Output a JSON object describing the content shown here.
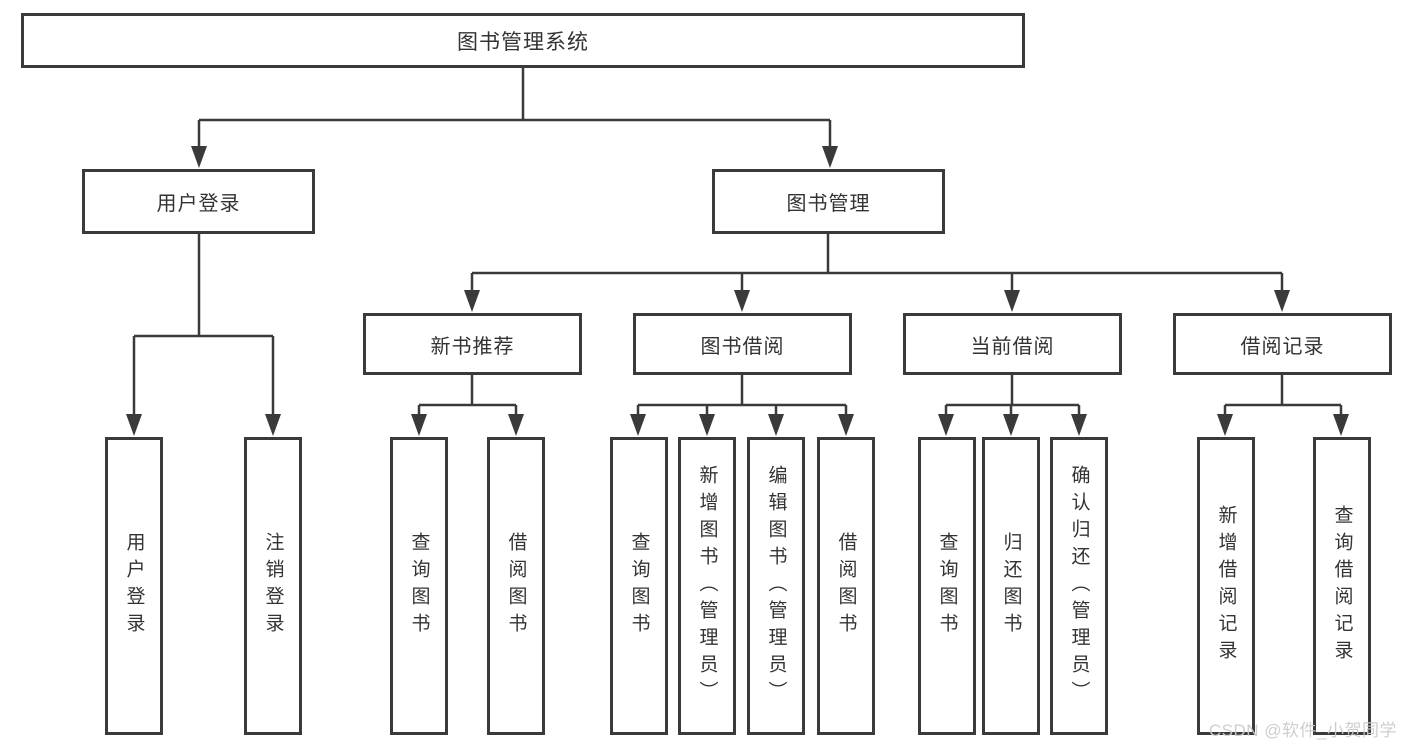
{
  "diagram": {
    "root": "图书管理系统",
    "level2": [
      "用户登录",
      "图书管理"
    ],
    "level3": [
      "新书推荐",
      "图书借阅",
      "当前借阅",
      "借阅记录"
    ],
    "leaves": [
      "用户登录",
      "注销登录",
      "查询图书",
      "借阅图书",
      "查询图书",
      "新增图书（管理员）",
      "编辑图书（管理员）",
      "借阅图书",
      "查询图书",
      "归还图书",
      "确认归还（管理员）",
      "新增借阅记录",
      "查询借阅记录"
    ]
  },
  "watermark": "CSDN @软件_小贺同学",
  "colors": {
    "line": "#3a3a3a",
    "text": "#333333",
    "watermark": "#cccccc",
    "background": "#ffffff"
  }
}
